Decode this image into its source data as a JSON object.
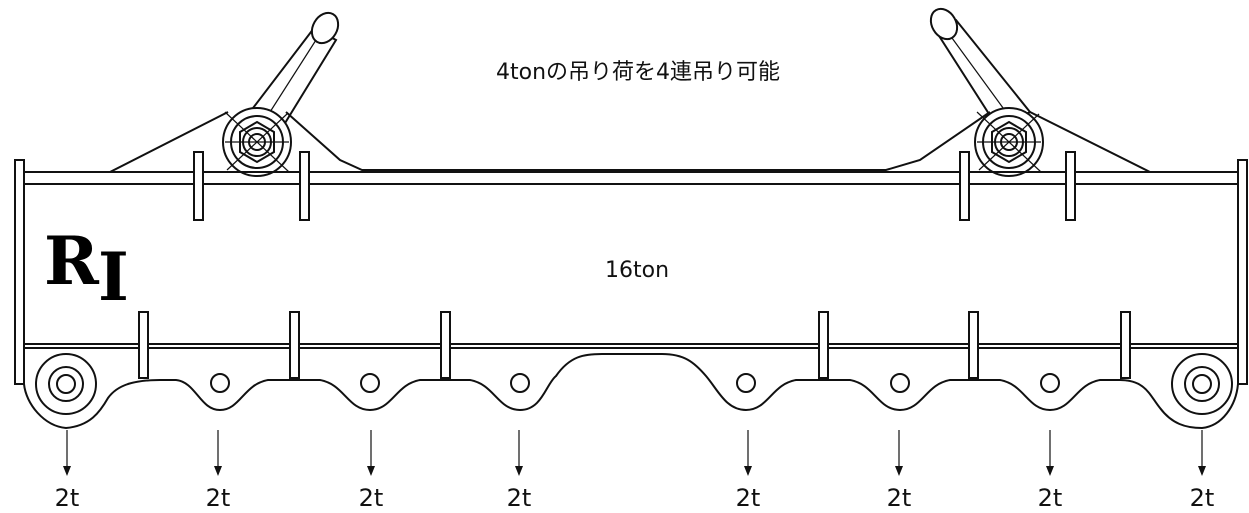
{
  "title_caption": "4tonの吊り荷を4連吊り可能",
  "capacity_label": "16ton",
  "logo": {
    "letter_1": "R",
    "letter_2": "I"
  },
  "load_points": [
    "2t",
    "2t",
    "2t",
    "2t",
    "2t",
    "2t",
    "2t",
    "2t"
  ]
}
